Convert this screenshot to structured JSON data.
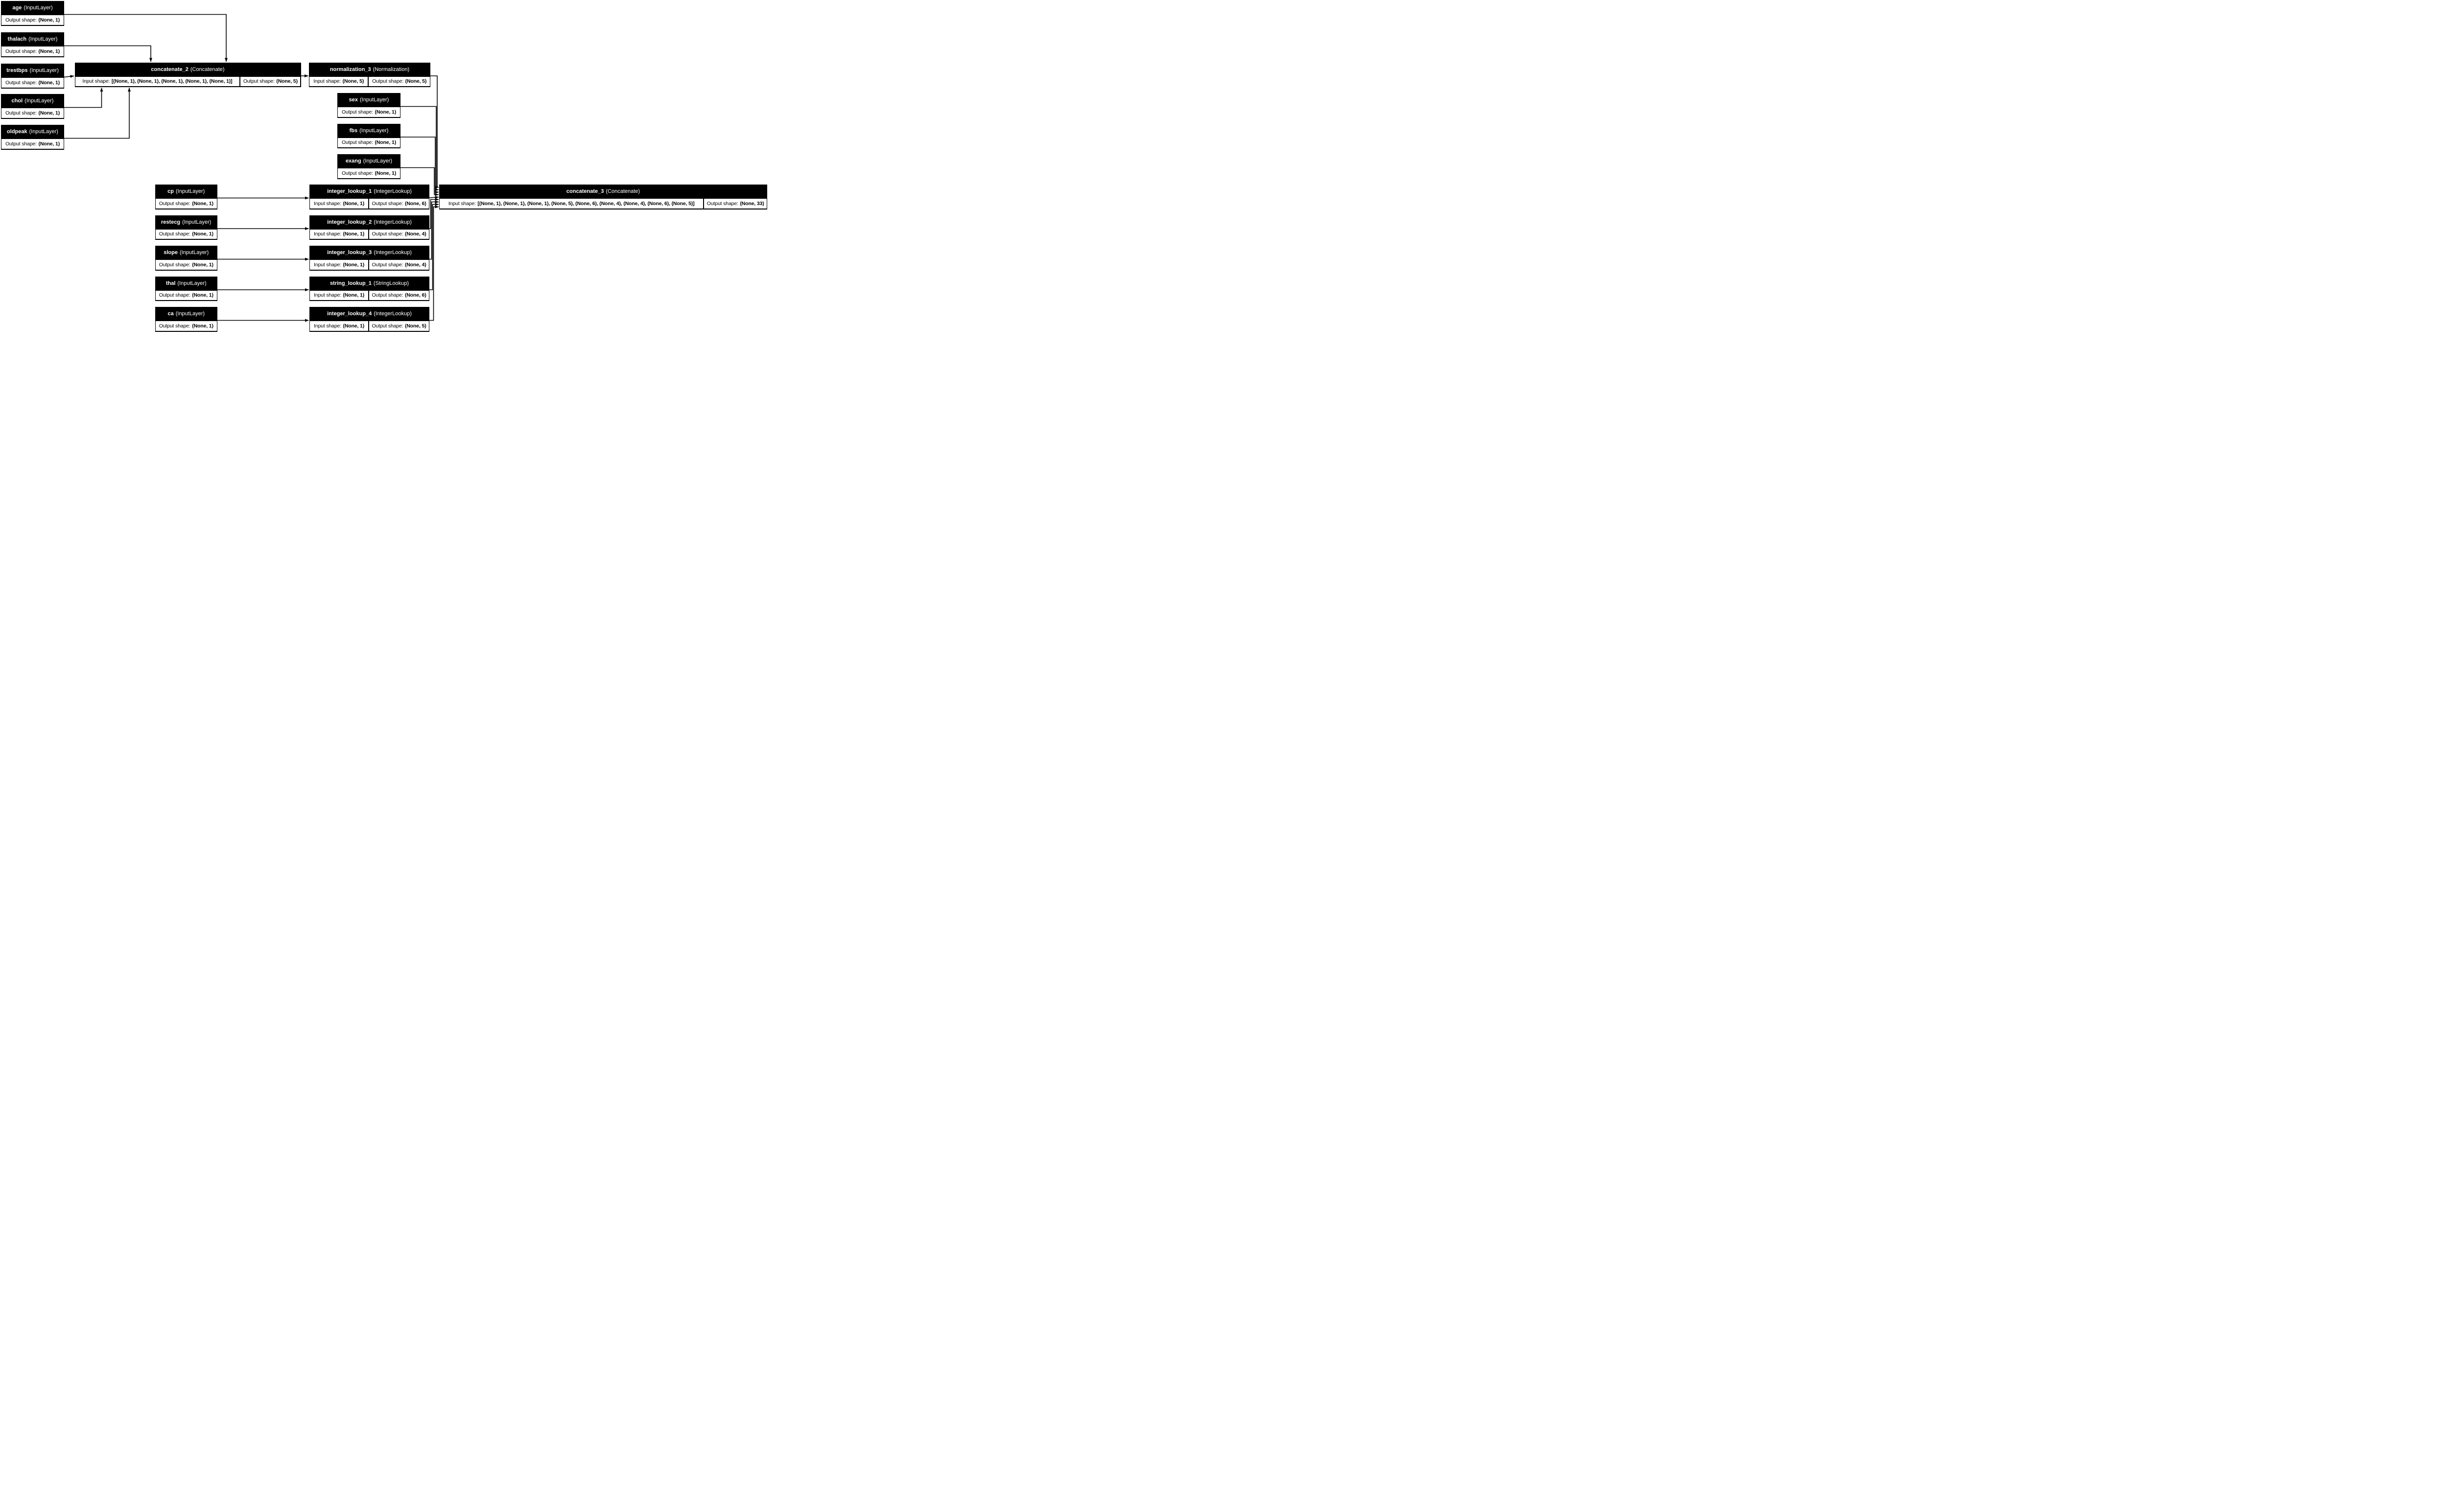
{
  "diagram": {
    "kind": "keras-model-plot",
    "colors": {
      "node_fill": "#000000",
      "node_title_text": "#ffffff",
      "cell_fill": "#ffffff",
      "cell_text": "#000000",
      "edge": "#000000",
      "background": "#ffffff"
    },
    "nodes": [
      {
        "id": "age",
        "name": "age",
        "type": "(InputLayer)",
        "cells": [
          {
            "label": "Output shape:",
            "value": "(None, 1)"
          }
        ]
      },
      {
        "id": "thalach",
        "name": "thalach",
        "type": "(InputLayer)",
        "cells": [
          {
            "label": "Output shape:",
            "value": "(None, 1)"
          }
        ]
      },
      {
        "id": "trestbps",
        "name": "trestbps",
        "type": "(InputLayer)",
        "cells": [
          {
            "label": "Output shape:",
            "value": "(None, 1)"
          }
        ]
      },
      {
        "id": "chol",
        "name": "chol",
        "type": "(InputLayer)",
        "cells": [
          {
            "label": "Output shape:",
            "value": "(None, 1)"
          }
        ]
      },
      {
        "id": "oldpeak",
        "name": "oldpeak",
        "type": "(InputLayer)",
        "cells": [
          {
            "label": "Output shape:",
            "value": "(None, 1)"
          }
        ]
      },
      {
        "id": "concatenate_2",
        "name": "concatenate_2",
        "type": "(Concatenate)",
        "cells": [
          {
            "label": "Input shape:",
            "value": "[(None, 1), (None, 1), (None, 1), (None, 1), (None, 1)]"
          },
          {
            "label": "Output shape:",
            "value": "(None, 5)"
          }
        ]
      },
      {
        "id": "normalization_3",
        "name": "normalization_3",
        "type": "(Normalization)",
        "cells": [
          {
            "label": "Input shape:",
            "value": "(None, 5)"
          },
          {
            "label": "Output shape:",
            "value": "(None, 5)"
          }
        ]
      },
      {
        "id": "sex",
        "name": "sex",
        "type": "(InputLayer)",
        "cells": [
          {
            "label": "Output shape:",
            "value": "(None, 1)"
          }
        ]
      },
      {
        "id": "fbs",
        "name": "fbs",
        "type": "(InputLayer)",
        "cells": [
          {
            "label": "Output shape:",
            "value": "(None, 1)"
          }
        ]
      },
      {
        "id": "exang",
        "name": "exang",
        "type": "(InputLayer)",
        "cells": [
          {
            "label": "Output shape:",
            "value": "(None, 1)"
          }
        ]
      },
      {
        "id": "cp",
        "name": "cp",
        "type": "(InputLayer)",
        "cells": [
          {
            "label": "Output shape:",
            "value": "(None, 1)"
          }
        ]
      },
      {
        "id": "integer_lookup_1",
        "name": "integer_lookup_1",
        "type": "(IntegerLookup)",
        "cells": [
          {
            "label": "Input shape:",
            "value": "(None, 1)"
          },
          {
            "label": "Output shape:",
            "value": "(None, 6)"
          }
        ]
      },
      {
        "id": "restecg",
        "name": "restecg",
        "type": "(InputLayer)",
        "cells": [
          {
            "label": "Output shape:",
            "value": "(None, 1)"
          }
        ]
      },
      {
        "id": "integer_lookup_2",
        "name": "integer_lookup_2",
        "type": "(IntegerLookup)",
        "cells": [
          {
            "label": "Input shape:",
            "value": "(None, 1)"
          },
          {
            "label": "Output shape:",
            "value": "(None, 4)"
          }
        ]
      },
      {
        "id": "slope",
        "name": "slope",
        "type": "(InputLayer)",
        "cells": [
          {
            "label": "Output shape:",
            "value": "(None, 1)"
          }
        ]
      },
      {
        "id": "integer_lookup_3",
        "name": "integer_lookup_3",
        "type": "(IntegerLookup)",
        "cells": [
          {
            "label": "Input shape:",
            "value": "(None, 1)"
          },
          {
            "label": "Output shape:",
            "value": "(None, 4)"
          }
        ]
      },
      {
        "id": "thal",
        "name": "thal",
        "type": "(InputLayer)",
        "cells": [
          {
            "label": "Output shape:",
            "value": "(None, 1)"
          }
        ]
      },
      {
        "id": "string_lookup_1",
        "name": "string_lookup_1",
        "type": "(StringLookup)",
        "cells": [
          {
            "label": "Input shape:",
            "value": "(None, 1)"
          },
          {
            "label": "Output shape:",
            "value": "(None, 6)"
          }
        ]
      },
      {
        "id": "ca",
        "name": "ca",
        "type": "(InputLayer)",
        "cells": [
          {
            "label": "Output shape:",
            "value": "(None, 1)"
          }
        ]
      },
      {
        "id": "integer_lookup_4",
        "name": "integer_lookup_4",
        "type": "(IntegerLookup)",
        "cells": [
          {
            "label": "Input shape:",
            "value": "(None, 1)"
          },
          {
            "label": "Output shape:",
            "value": "(None, 5)"
          }
        ]
      },
      {
        "id": "concatenate_3",
        "name": "concatenate_3",
        "type": "(Concatenate)",
        "cells": [
          {
            "label": "Input shape:",
            "value": "[(None, 1), (None, 1), (None, 1), (None, 5), (None, 6), (None, 4), (None, 4), (None, 6), (None, 5)]"
          },
          {
            "label": "Output shape:",
            "value": "(None, 33)"
          }
        ]
      }
    ],
    "edges": [
      {
        "from": "age",
        "to": "concatenate_2"
      },
      {
        "from": "thalach",
        "to": "concatenate_2"
      },
      {
        "from": "trestbps",
        "to": "concatenate_2"
      },
      {
        "from": "chol",
        "to": "concatenate_2"
      },
      {
        "from": "oldpeak",
        "to": "concatenate_2"
      },
      {
        "from": "concatenate_2",
        "to": "normalization_3"
      },
      {
        "from": "normalization_3",
        "to": "concatenate_3"
      },
      {
        "from": "sex",
        "to": "concatenate_3"
      },
      {
        "from": "fbs",
        "to": "concatenate_3"
      },
      {
        "from": "exang",
        "to": "concatenate_3"
      },
      {
        "from": "cp",
        "to": "integer_lookup_1"
      },
      {
        "from": "integer_lookup_1",
        "to": "concatenate_3"
      },
      {
        "from": "restecg",
        "to": "integer_lookup_2"
      },
      {
        "from": "integer_lookup_2",
        "to": "concatenate_3"
      },
      {
        "from": "slope",
        "to": "integer_lookup_3"
      },
      {
        "from": "integer_lookup_3",
        "to": "concatenate_3"
      },
      {
        "from": "thal",
        "to": "string_lookup_1"
      },
      {
        "from": "string_lookup_1",
        "to": "concatenate_3"
      },
      {
        "from": "ca",
        "to": "integer_lookup_4"
      },
      {
        "from": "integer_lookup_4",
        "to": "concatenate_3"
      }
    ]
  }
}
